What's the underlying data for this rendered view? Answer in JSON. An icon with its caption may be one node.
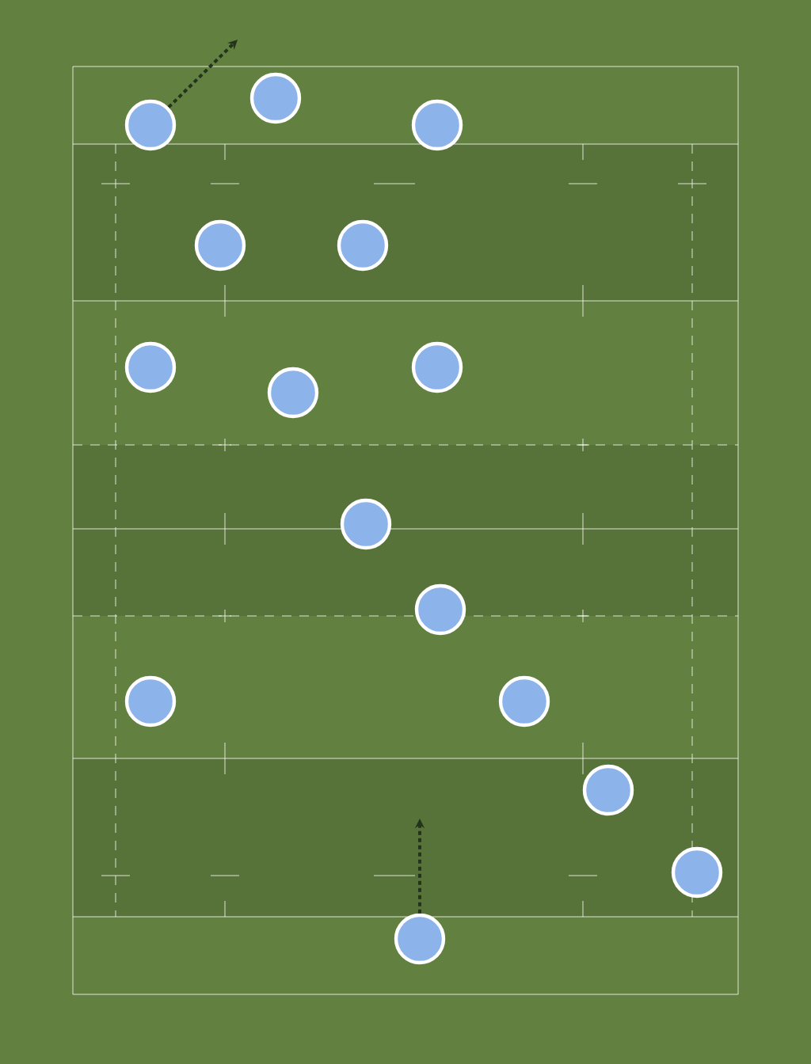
{
  "diagram": {
    "nodes": [
      {
        "text": [],
        "shape": "circle"
      },
      {
        "text": [],
        "shape": "circle"
      },
      {
        "text": [],
        "shape": "circle"
      },
      {
        "text": [],
        "shape": "circle"
      },
      {
        "text": [],
        "shape": "circle"
      },
      {
        "text": [],
        "shape": "circle"
      },
      {
        "text": [],
        "shape": "circle"
      },
      {
        "text": [],
        "shape": "circle"
      },
      {
        "text": [],
        "shape": "circle"
      },
      {
        "text": [],
        "shape": "circle"
      },
      {
        "text": [],
        "shape": "circle"
      },
      {
        "text": [],
        "shape": "circle"
      },
      {
        "text": [],
        "shape": "circle"
      },
      {
        "text": [],
        "shape": "circle"
      },
      {
        "text": [],
        "shape": "circle"
      }
    ],
    "edges": [
      {
        "from": 1,
        "to": null,
        "arrow": "to",
        "style": "dashed"
      },
      {
        "from": 14,
        "to": null,
        "arrow": "to",
        "style": "dashed"
      }
    ]
  }
}
